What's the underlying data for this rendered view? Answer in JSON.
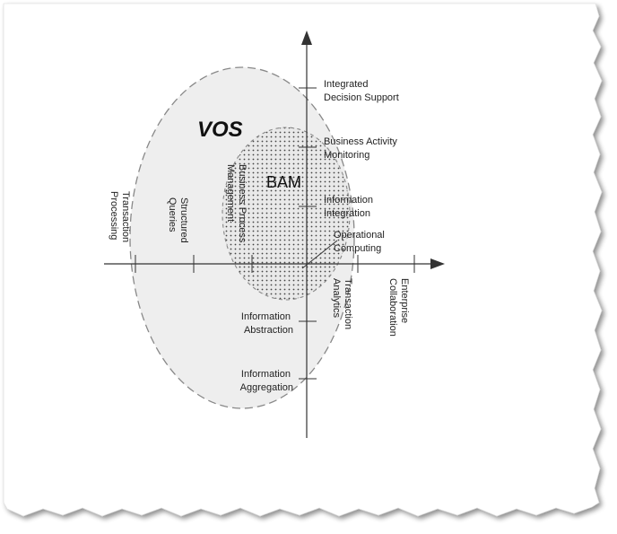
{
  "title": "",
  "regions": {
    "outer_label": "VOS",
    "inner_label": "BAM"
  },
  "y_axis_labels": [
    [
      "Integrated",
      "Decision Support"
    ],
    [
      "Business Activity",
      "Monitoring"
    ],
    [
      "Information",
      "Integration"
    ],
    [
      "Operational",
      "Computing"
    ],
    [
      "Information",
      "Abstraction"
    ],
    [
      "Information",
      "Aggregation"
    ]
  ],
  "x_axis_labels": [
    [
      "Transaction",
      "Processing"
    ],
    [
      "Structured",
      "Queries"
    ],
    [
      "Business Process",
      "Management"
    ],
    [
      "Transaction",
      "Analytics"
    ],
    [
      "Enterprise",
      "Collaboration"
    ]
  ],
  "colors": {
    "outer_fill": "#eeeeee",
    "inner_fill": "#e2e2e2",
    "stroke": "#333333",
    "dash": "#888888"
  }
}
